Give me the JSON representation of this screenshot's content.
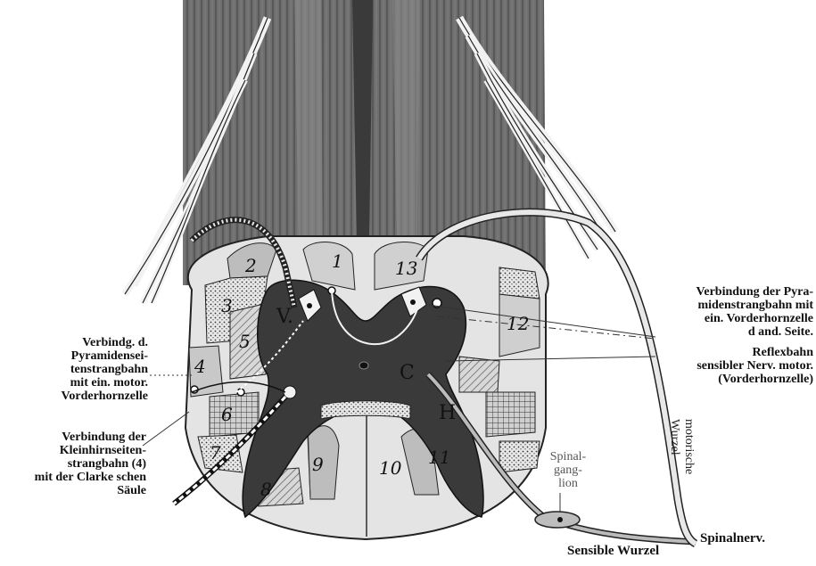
{
  "region_numbers": [
    "1",
    "2",
    "3",
    "4",
    "5",
    "6",
    "7",
    "8",
    "9",
    "10",
    "11",
    "12",
    "13"
  ],
  "letters": {
    "v": "V.",
    "c": "C",
    "h": "H"
  },
  "labels": {
    "left_1": [
      "Verbindg. d.",
      "Pyramidensei-",
      "tenstrangbahn",
      "mit ein. motor.",
      "Vorderhornzelle"
    ],
    "left_2": [
      "Verbindung der",
      "Kleinhirnseiten-",
      "strangbahn (4)",
      "mit der Clarke schen",
      "Säule"
    ],
    "right_1": [
      "Verbindung der Pyra-",
      "midenstrangbahn mit",
      "ein. Vorderhornzelle",
      "d and. Seite."
    ],
    "right_2": [
      "Reflexbahn",
      "sensibler Nerv. motor.",
      "(Vorderhornzelle)"
    ],
    "spinal_ganglion": [
      "Spinal-",
      "gang-",
      "lion"
    ],
    "motor_root": [
      "motorische",
      "Wurzel"
    ],
    "spinal_nerve": "Spinalnerv.",
    "sensory_root": "Sensible Wurzel"
  }
}
